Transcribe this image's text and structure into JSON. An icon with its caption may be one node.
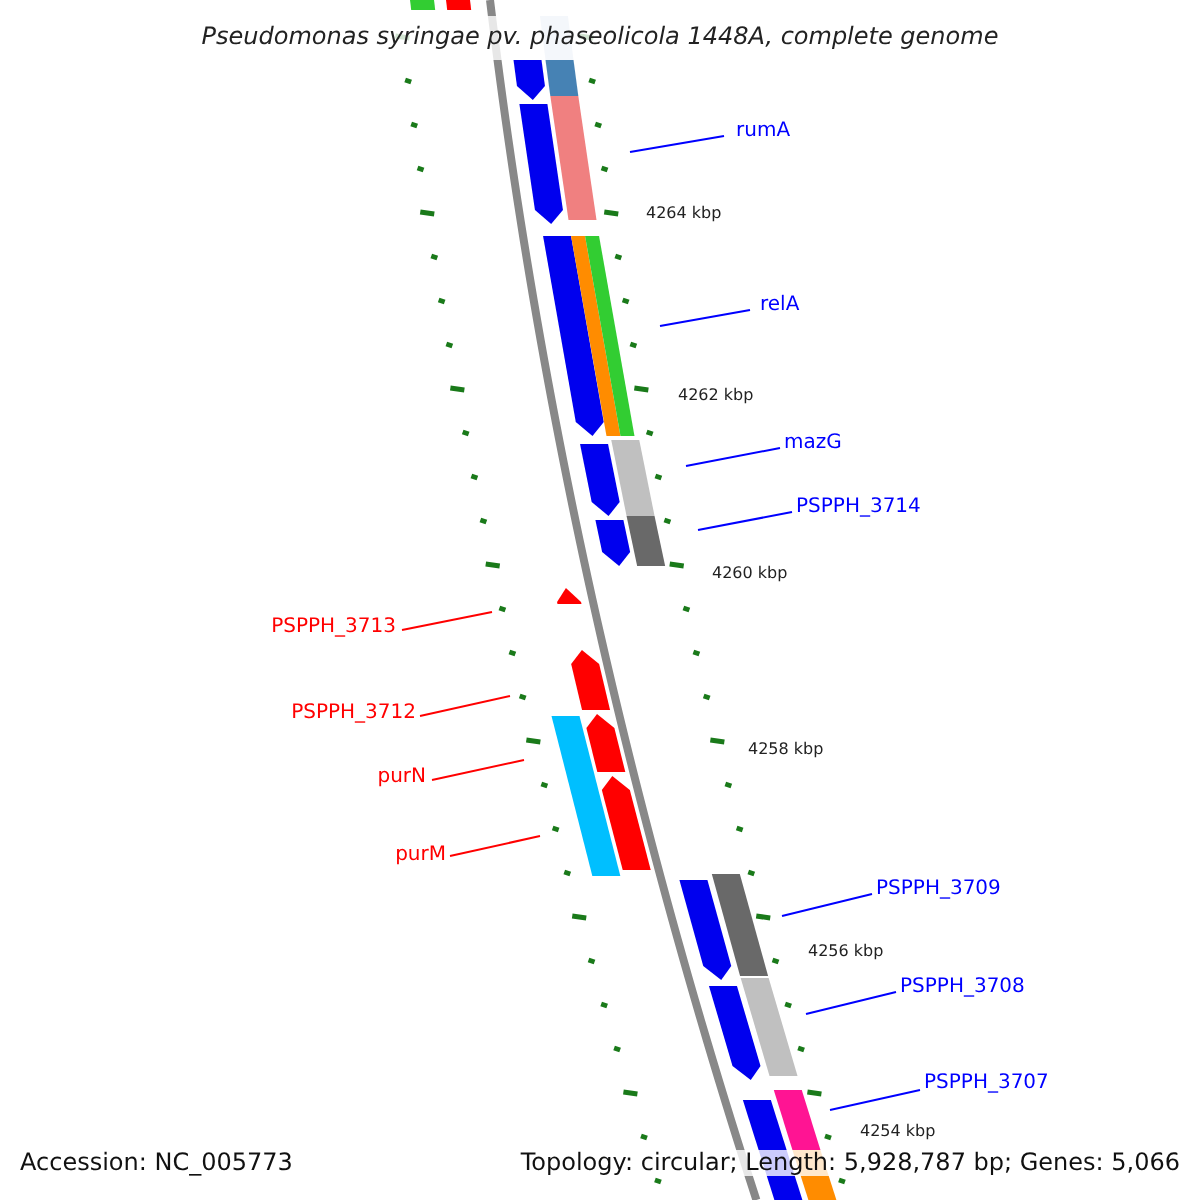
{
  "diagram": {
    "title": "Pseudomonas syringae pv. phaseolicola 1448A, complete genome",
    "nodes": [
      {
        "text": [
          "rumA"
        ]
      },
      {
        "text": [
          "relA"
        ]
      },
      {
        "text": [
          "mazG"
        ]
      },
      {
        "text": [
          "PSPPH_3714"
        ]
      },
      {
        "text": [
          "PSPPH_3713"
        ]
      },
      {
        "text": [
          "PSPPH_3712"
        ]
      },
      {
        "text": [
          "purN"
        ]
      },
      {
        "text": [
          "purM"
        ]
      },
      {
        "text": [
          "PSPPH_3709"
        ]
      },
      {
        "text": [
          "PSPPH_3708"
        ]
      },
      {
        "text": [
          "PSPPH_3707"
        ]
      }
    ],
    "edges": [
      {
        "from": 0,
        "to": null,
        "arrow": "none"
      },
      {
        "from": 1,
        "to": null,
        "arrow": "none"
      },
      {
        "from": 2,
        "to": null,
        "arrow": "none"
      },
      {
        "from": 3,
        "to": null,
        "arrow": "none"
      },
      {
        "from": 4,
        "to": null,
        "arrow": "none",
        "color": "#ff0000"
      },
      {
        "from": 5,
        "to": null,
        "arrow": "none",
        "color": "#ff0000"
      },
      {
        "from": 6,
        "to": null,
        "arrow": "none",
        "color": "#ff0000"
      },
      {
        "from": 7,
        "to": null,
        "arrow": "none",
        "color": "#ff0000"
      },
      {
        "from": 8,
        "to": null,
        "arrow": "none"
      },
      {
        "from": 9,
        "to": null,
        "arrow": "none"
      },
      {
        "from": 10,
        "to": null,
        "arrow": "none"
      }
    ],
    "labels": [
      "4264 kbp",
      "4262 kbp",
      "4260 kbp",
      "4258 kbp",
      "4256 kbp",
      "4254 kbp",
      "Accession: NC_005773",
      "Topology: circular; Length: 5,928,787 bp; Genes: 5,066"
    ]
  }
}
